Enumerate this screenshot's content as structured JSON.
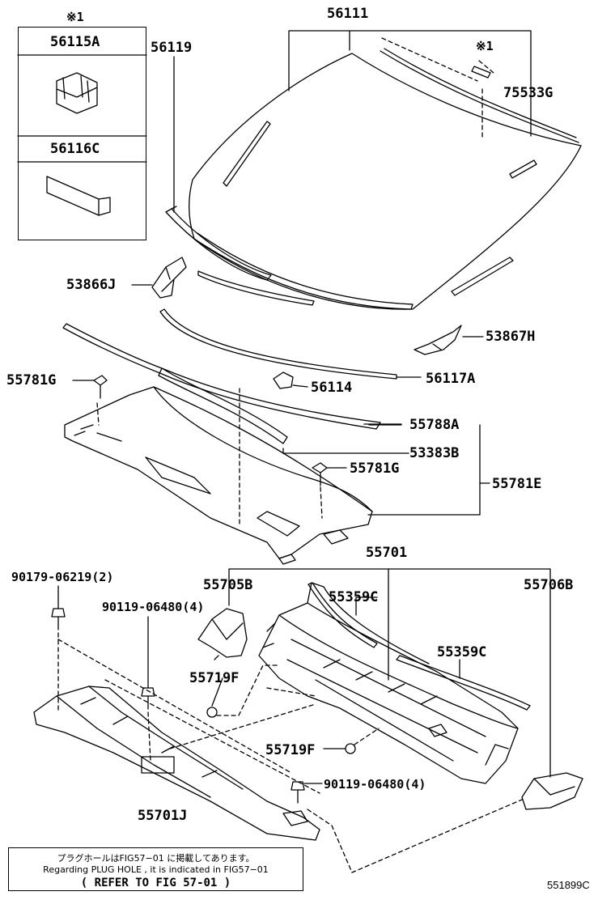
{
  "diagram": {
    "figure_code": "551899C",
    "labels": {
      "p56111": "56111",
      "p56119": "56119",
      "p75533G": "75533G",
      "star_top": "※1",
      "star_inset": "※1",
      "p56115A": "56115A",
      "p56116C": "56116C",
      "p53866J": "53866J",
      "p53867H": "53867H",
      "p56117A": "56117A",
      "p56114": "56114",
      "p55781G_a": "55781G",
      "p55781G_b": "55781G",
      "p55788A": "55788A",
      "p53383B": "53383B",
      "p55781E": "55781E",
      "p55701": "55701",
      "p90179": "90179-06219(2)",
      "p90119_a": "90119-06480(4)",
      "p90119_b": "90119-06480(4)",
      "p55705B": "55705B",
      "p55706B": "55706B",
      "p55359C_a": "55359C",
      "p55359C_b": "55359C",
      "p55719F_a": "55719F",
      "p55719F_b": "55719F",
      "p55701J": "55701J"
    },
    "note": {
      "line_jp": "プラグホールはFIG57−01 に掲載してあります。",
      "line_en": "Regarding  PLUG HOLE , it is indicated in  FIG57−01",
      "line_ref": "( REFER  TO  FIG  57-01 )"
    }
  }
}
